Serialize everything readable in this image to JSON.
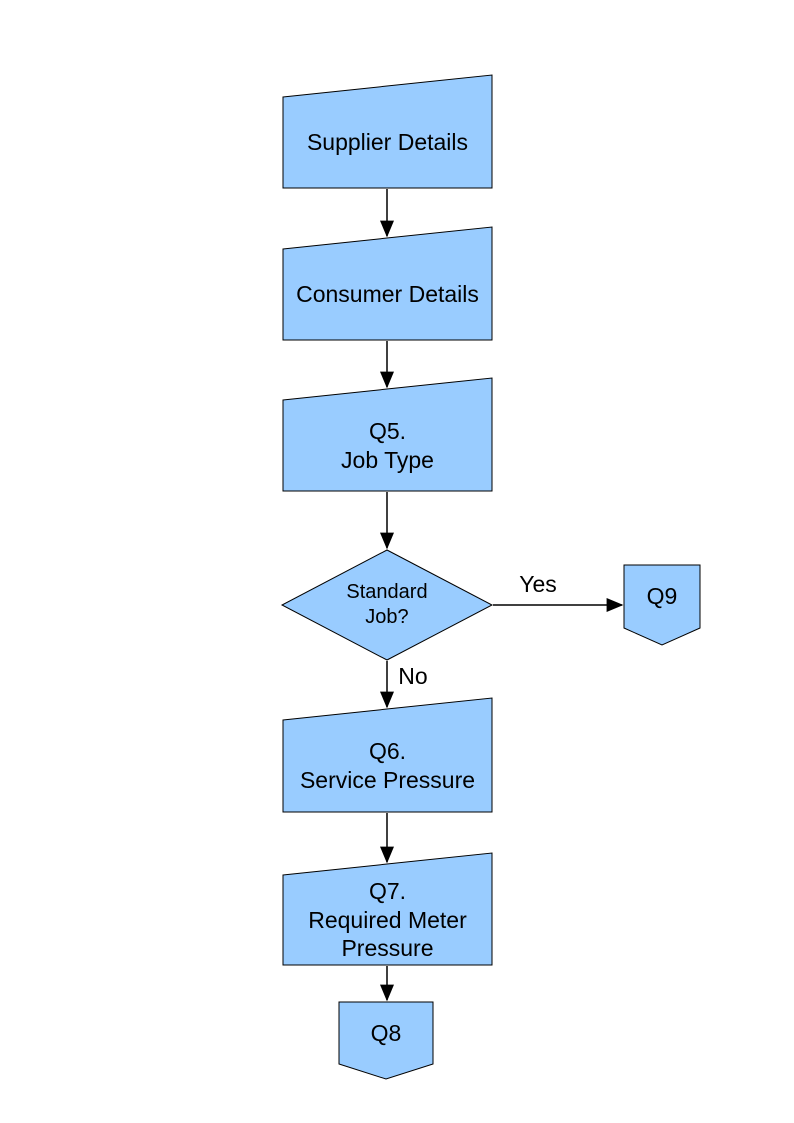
{
  "colors": {
    "page_bg": "#ffffff",
    "node_fill": "#99ccff",
    "node_stroke": "#000000",
    "connector": "#000000",
    "text": "#000000"
  },
  "flowchart": {
    "nodes": [
      {
        "id": "supplier-details",
        "shape": "manual-input",
        "label": "Supplier Details"
      },
      {
        "id": "consumer-details",
        "shape": "manual-input",
        "label": "Consumer Details"
      },
      {
        "id": "q5-job-type",
        "shape": "manual-input",
        "label": "Q5.\nJob Type"
      },
      {
        "id": "standard-job-decision",
        "shape": "decision",
        "label": "Standard\nJob?"
      },
      {
        "id": "q9-connector",
        "shape": "off-page-connector",
        "label": "Q9"
      },
      {
        "id": "q6-service-pressure",
        "shape": "manual-input",
        "label": "Q6.\nService Pressure"
      },
      {
        "id": "q7-required-meter-pressure",
        "shape": "manual-input",
        "label": "Q7.\nRequired Meter\nPressure"
      },
      {
        "id": "q8-connector",
        "shape": "off-page-connector",
        "label": "Q8"
      }
    ],
    "edges": [
      {
        "from": "supplier-details",
        "to": "consumer-details",
        "label": ""
      },
      {
        "from": "consumer-details",
        "to": "q5-job-type",
        "label": ""
      },
      {
        "from": "q5-job-type",
        "to": "standard-job-decision",
        "label": ""
      },
      {
        "from": "standard-job-decision",
        "to": "q9-connector",
        "label": "Yes"
      },
      {
        "from": "standard-job-decision",
        "to": "q6-service-pressure",
        "label": "No"
      },
      {
        "from": "q6-service-pressure",
        "to": "q7-required-meter-pressure",
        "label": ""
      },
      {
        "from": "q7-required-meter-pressure",
        "to": "q8-connector",
        "label": ""
      }
    ]
  }
}
